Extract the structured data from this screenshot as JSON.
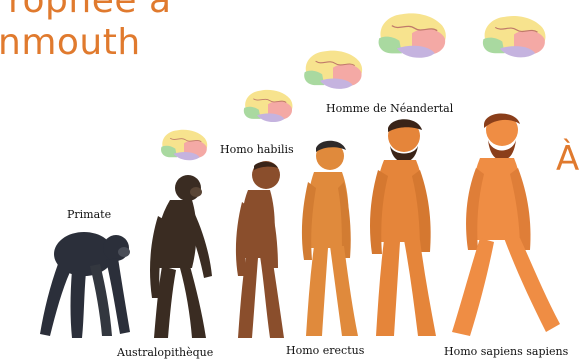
{
  "slide": {
    "title_lines": [
      "rophée à",
      "nmouth"
    ],
    "side_letter": "À"
  },
  "evolution": {
    "stages": [
      {
        "label": "Primate"
      },
      {
        "label": "Australopithèque"
      },
      {
        "label": "Homo habilis"
      },
      {
        "label": "Homo erectus"
      },
      {
        "label": "Homme de Néandertal"
      },
      {
        "label": "Homo sapiens sapiens"
      }
    ]
  },
  "colors": {
    "title": "#e07a2e",
    "primate_fur": "#2b2f3a",
    "australopithecus_fur": "#3a2c22",
    "habilis_skin": "#8a4e2c",
    "erectus_skin": "#e08a3c",
    "neanderthal_skin": "#e5853a",
    "sapiens_skin": "#ef8d44",
    "brain_frontal": "#f4a9a5",
    "brain_parietal": "#f7e38e",
    "brain_occipital": "#a9d9a0",
    "brain_temporal": "#c5b3df"
  }
}
